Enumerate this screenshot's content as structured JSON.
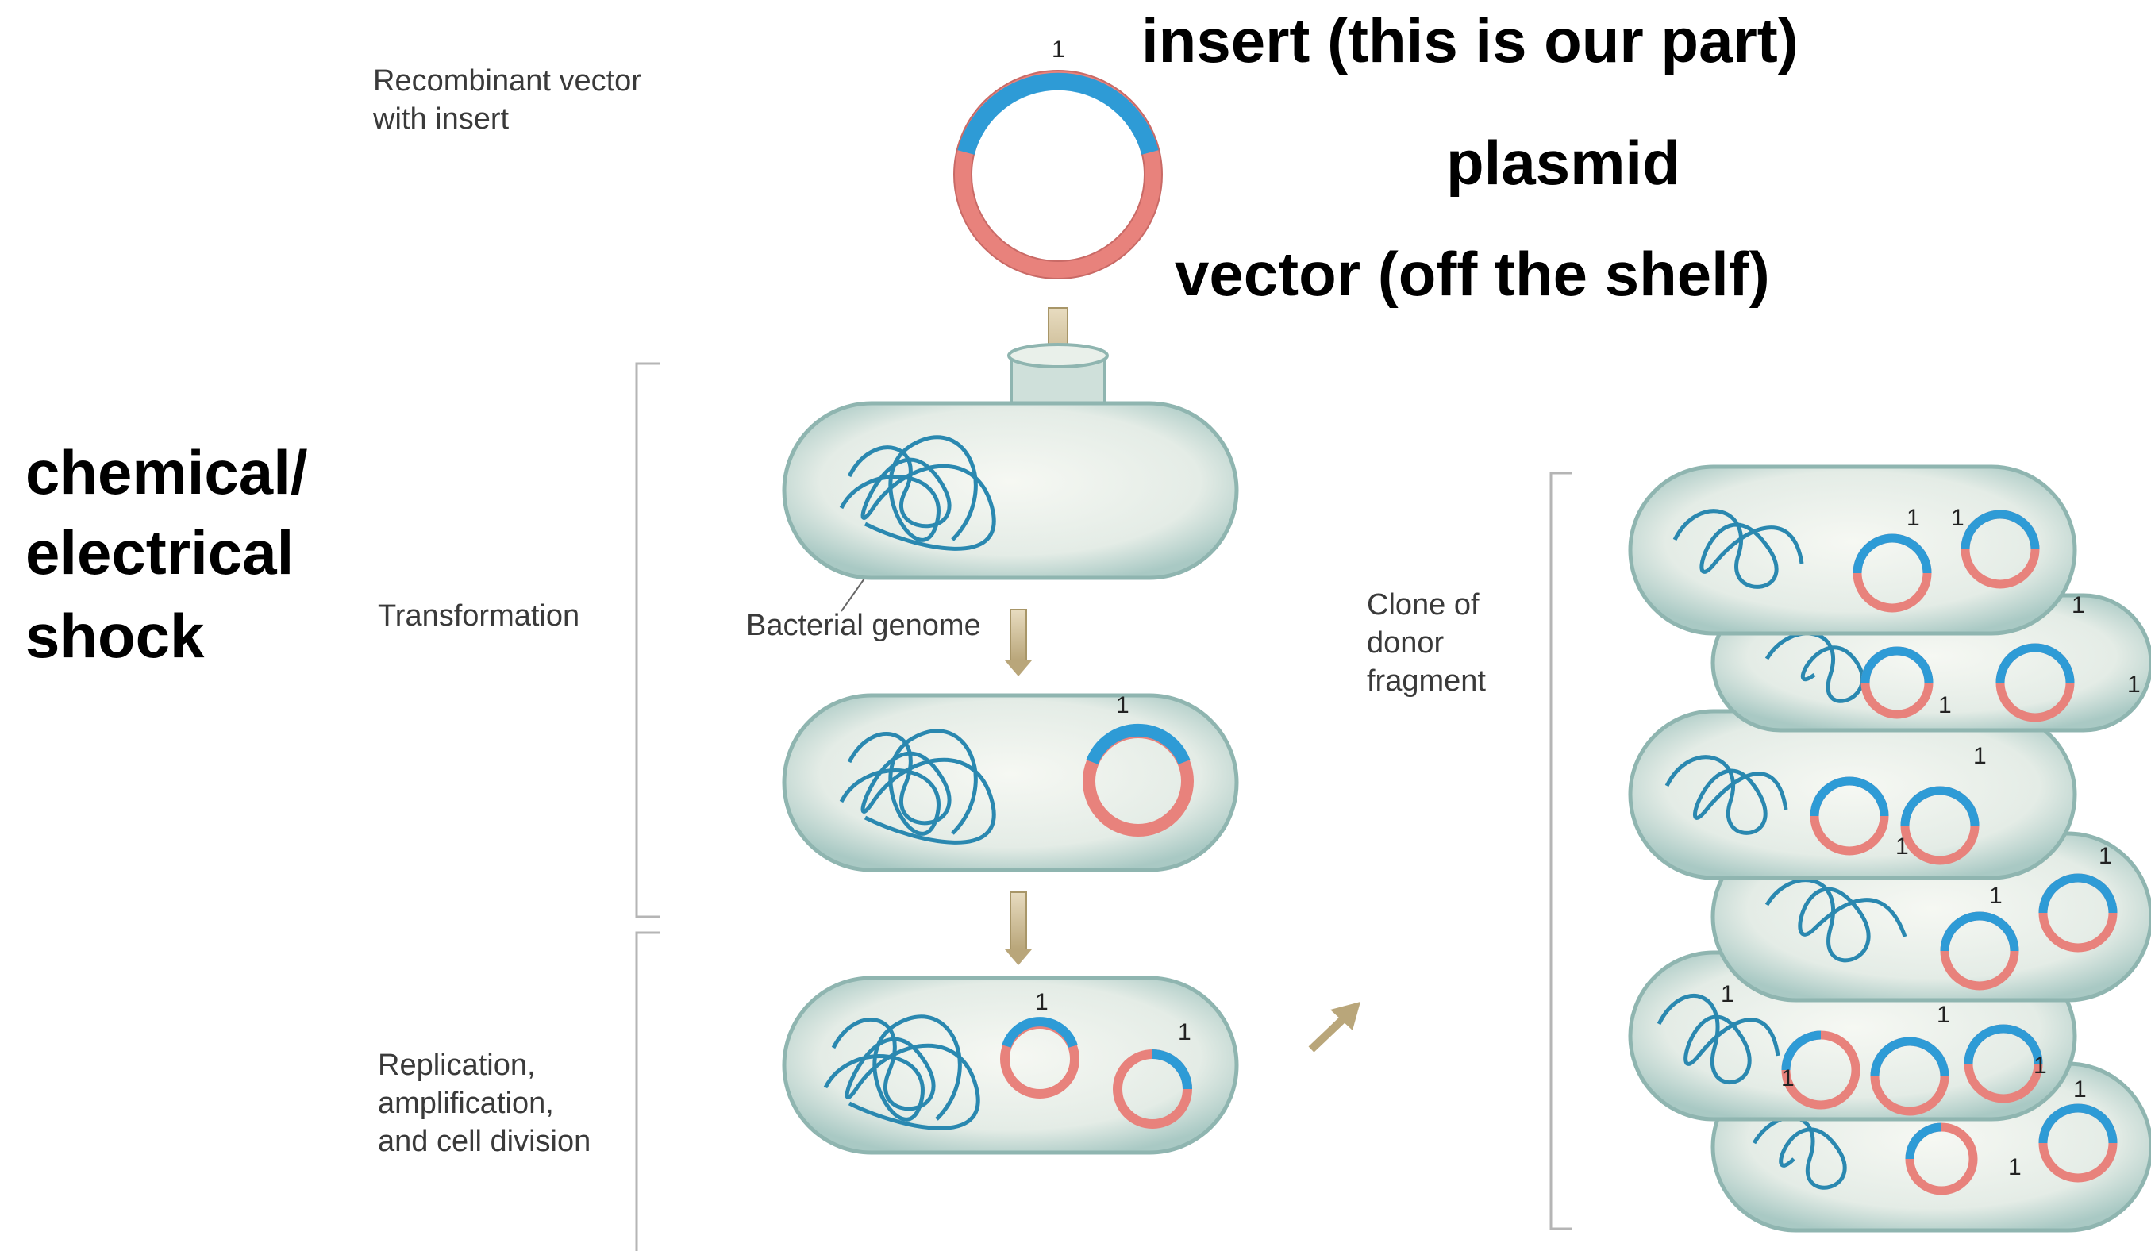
{
  "labels": {
    "recombinant_line1": "Recombinant vector",
    "recombinant_line2": "with insert",
    "insert_annotation": "insert (this is our part)",
    "plasmid_annotation": "plasmid",
    "vector_annotation": "vector (off the shelf)",
    "shock_line1": "chemical/",
    "shock_line2": "electrical",
    "shock_line3": "shock",
    "transformation": "Transformation",
    "bacterial_genome": "Bacterial genome",
    "clone_line1": "Clone of",
    "clone_line2": "donor",
    "clone_line3": "fragment",
    "replication_line1": "Replication,",
    "replication_line2": "amplification,",
    "replication_line3": "and cell division",
    "insert_number": "1"
  },
  "colors": {
    "insert_blue": "#2e9bd6",
    "vector_red": "#e8827c",
    "genome_teal": "#2a88b0",
    "cell_fill": "#dfe9e4",
    "cell_edge": "#8fb5b0",
    "arrow": "#c9b890"
  }
}
